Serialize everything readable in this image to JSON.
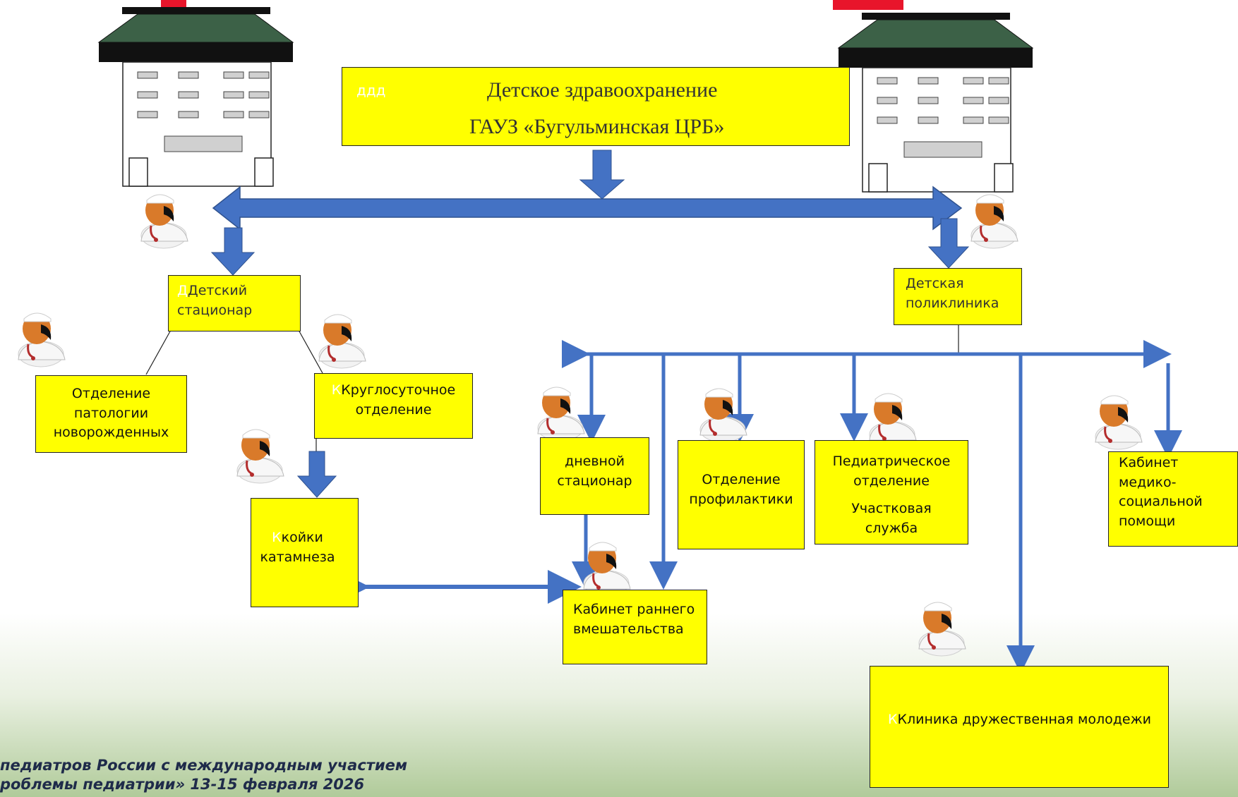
{
  "colors": {
    "box_fill": "#ffff00",
    "arrow": "#4472c4",
    "title_red": "#e8152b"
  },
  "icons": [
    "building-icon",
    "doctor-icon"
  ],
  "top": {
    "label_faint": "ддд",
    "line1": "Детское здравоохранение",
    "line2": "ГАУЗ «Бугульминская ЦРБ»"
  },
  "hospital": {
    "faint": "Д",
    "label": "Детский стационар"
  },
  "clinic": {
    "label": "Детская поликлиника"
  },
  "newborn": {
    "line1": "Отделение",
    "line2": "патологии",
    "line3": "новорожденных"
  },
  "roundclock": {
    "faint": "К",
    "line1": "Круглосуточное",
    "line2": "отделение"
  },
  "catamnesis": {
    "faint": "К",
    "line1": "койки",
    "line2": "катамнеза"
  },
  "day_hospital": {
    "line1": "дневной",
    "line2": "стационар"
  },
  "prevention": {
    "line1": "Отделение",
    "line2": "профилактики"
  },
  "pediatric": {
    "line1": "Педиатрическое",
    "line2": "отделение",
    "line3": "Участковая",
    "line4": "служба"
  },
  "medsocial": {
    "line1": "Кабинет",
    "line2": "медико-",
    "line3": "социальной",
    "line4": "помощи"
  },
  "early": {
    "line1": "Кабинет раннего",
    "line2": "вмешательства"
  },
  "youth": {
    "faint": "К",
    "label": "Клиника дружественная  молодежи"
  },
  "footer": {
    "line1": "педиатров России с международным участием",
    "line2": "роблемы педиатрии»  13-15 февраля 2026"
  }
}
